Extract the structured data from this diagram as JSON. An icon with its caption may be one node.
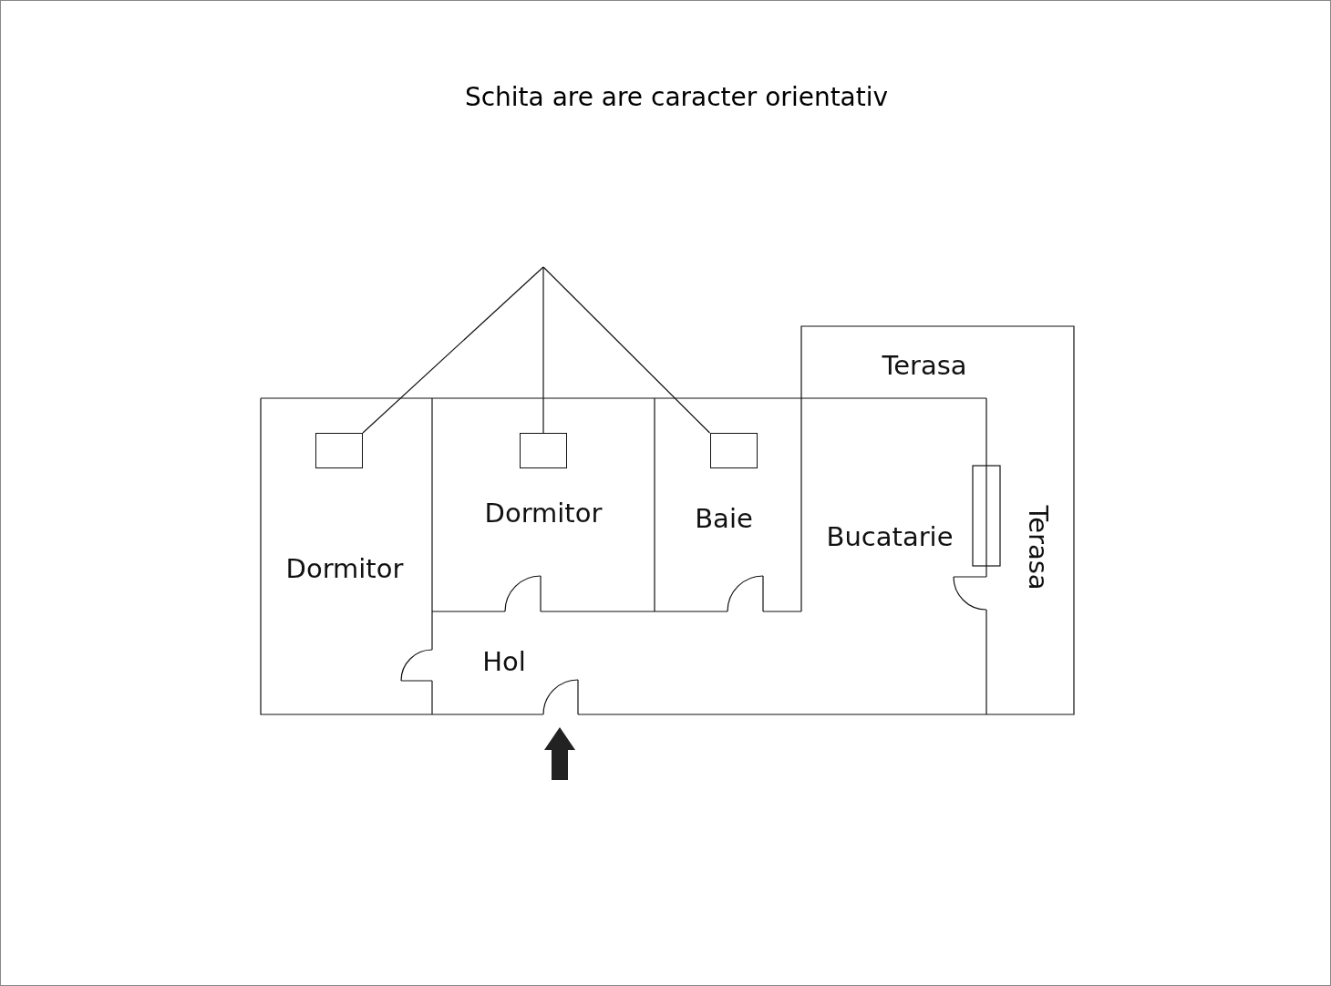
{
  "diagram": {
    "title": "Schita are are caracter orientativ",
    "nodes": [
      {
        "text": [
          "Dormitor"
        ]
      },
      {
        "text": [
          "Dormitor"
        ]
      },
      {
        "text": [
          "Baie"
        ]
      },
      {
        "text": [
          "Bucatarie"
        ]
      },
      {
        "text": [
          "Terasa",
          "Terasa"
        ]
      },
      {
        "text": [
          "Hol"
        ]
      },
      {
        "text": [],
        "shape": "box",
        "in": 0
      },
      {
        "text": [],
        "shape": "box",
        "in": 1
      },
      {
        "text": [],
        "shape": "box",
        "in": 2
      }
    ],
    "edges": [
      {
        "from": null,
        "to": 6,
        "arrow": "none"
      },
      {
        "from": null,
        "to": 7,
        "arrow": "none"
      },
      {
        "from": null,
        "to": 8,
        "arrow": "none"
      }
    ]
  }
}
